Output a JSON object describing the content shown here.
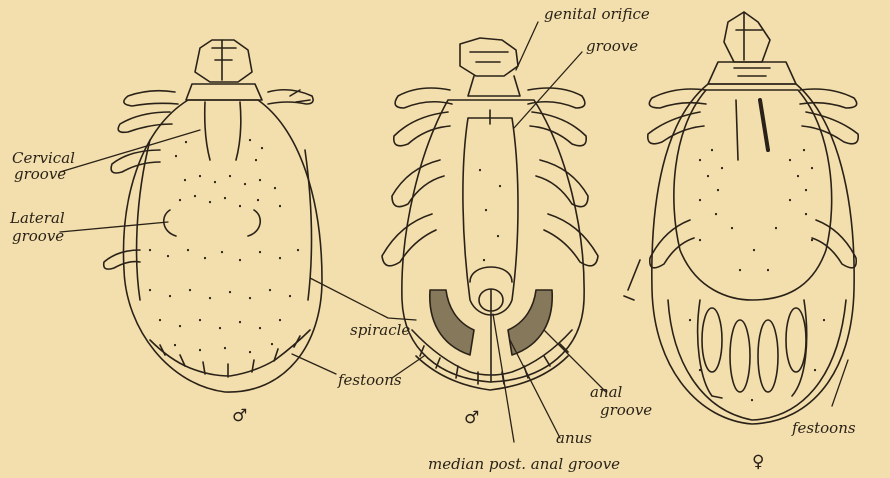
{
  "labels": {
    "cervical_line1": "Cervical",
    "cervical_line2": "groove",
    "lateral_line1": "Lateral",
    "lateral_line2": "groove",
    "genital_orifice": "genital orifice",
    "groove": "groove",
    "spiracle": "spiracle",
    "festoons_left": "festoons",
    "anal_line1": "anal",
    "anal_line2": "groove",
    "anus": "anus",
    "median": "median post. anal groove",
    "festoons_right": "festoons"
  },
  "symbols": {
    "male_1": "♂",
    "male_2": "♂",
    "female": "♀"
  },
  "colors": {
    "paper": "#f3dfad",
    "ink": "#2a2218"
  }
}
